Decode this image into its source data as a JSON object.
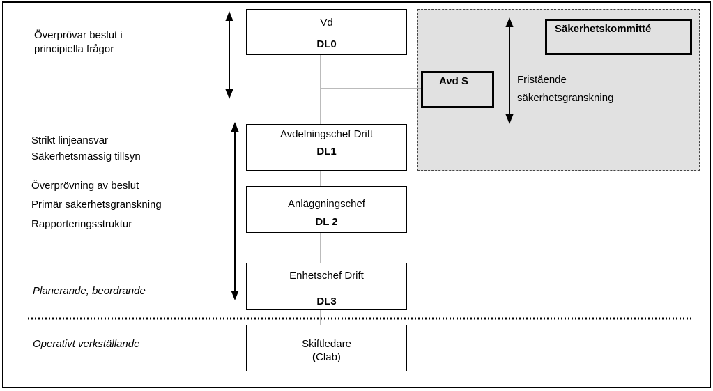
{
  "boxes": {
    "vd": {
      "title": "Vd",
      "level": "DL0"
    },
    "dl1": {
      "title": "Avdelningschef Drift",
      "level": "DL1"
    },
    "dl2": {
      "title": "Anläggningschef",
      "level": "DL 2"
    },
    "dl3": {
      "title": "Enhetschef Drift",
      "level": "DL3"
    },
    "skift": {
      "title": "Skiftledare",
      "sub_paren": "(",
      "sub_rest": "Clab)"
    }
  },
  "side": {
    "committee": "Säkerhetskommitté",
    "avd_s": "Avd S",
    "review_line1": "Fristående",
    "review_line2": "säkerhetsgranskning"
  },
  "left_text": {
    "top_line1": "Överprövar beslut i",
    "top_line2": "principiella frågor",
    "items": [
      "Strikt linjeansvar",
      "Säkerhetsmässig tillsyn",
      "Överprövning av beslut",
      "Primär säkerhetsgranskning",
      "Rapporteringsstruktur"
    ],
    "planning": "Planerande, beordrande",
    "operative": "Operativt verkställande"
  }
}
